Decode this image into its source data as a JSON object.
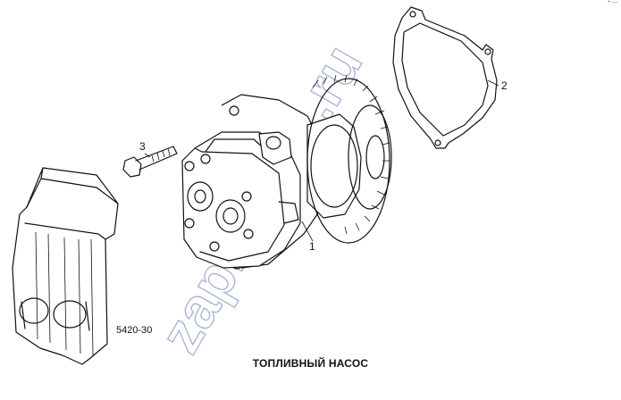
{
  "callouts": {
    "part_1": "1",
    "part_2": "2",
    "part_3": "3"
  },
  "drawing_code": "5420-30",
  "caption": "ТОПЛИВНЫЙ НАСОС",
  "watermark": "zapkamaz.ru",
  "corner_mark": "+ —"
}
